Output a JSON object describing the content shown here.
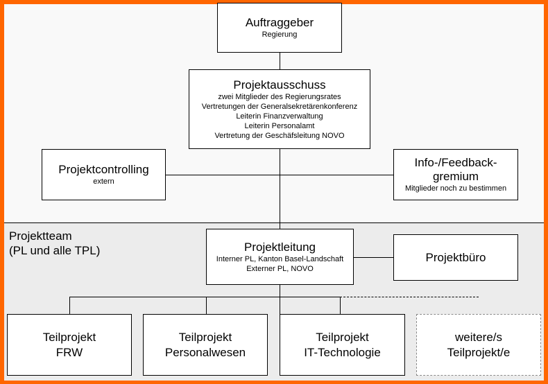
{
  "auftraggeber": {
    "title": "Auftraggeber",
    "sub": "Regierung"
  },
  "ausschuss": {
    "title": "Projektausschuss",
    "lines": [
      "zwei Mitglieder des Regierungsrates",
      "Vertretungen der Generalsekretärenkonferenz",
      "Leiterin Finanzverwaltung",
      "Leiterin Personalamt",
      "Vertretung der Geschäfsleitung NOVO"
    ]
  },
  "controlling": {
    "title": "Projektcontrolling",
    "sub": "extern"
  },
  "feedback": {
    "title1": "Info-/Feedback-",
    "title2": "gremium",
    "sub": "Mitglieder noch zu bestimmen"
  },
  "team": {
    "line1": "Projektteam",
    "line2": "(PL und alle TPL)"
  },
  "leitung": {
    "title": "Projektleitung",
    "lines": [
      "Interner PL, Kanton Basel-Landschaft",
      "Externer PL, NOVO"
    ]
  },
  "buero": {
    "title": "Projektbüro"
  },
  "teilprojekte": [
    {
      "l1": "Teilprojekt",
      "l2": "FRW"
    },
    {
      "l1": "Teilprojekt",
      "l2": "Personalwesen"
    },
    {
      "l1": "Teilprojekt",
      "l2": "IT-Technologie"
    },
    {
      "l1": "weitere/s",
      "l2": "Teilprojekt/e"
    }
  ]
}
